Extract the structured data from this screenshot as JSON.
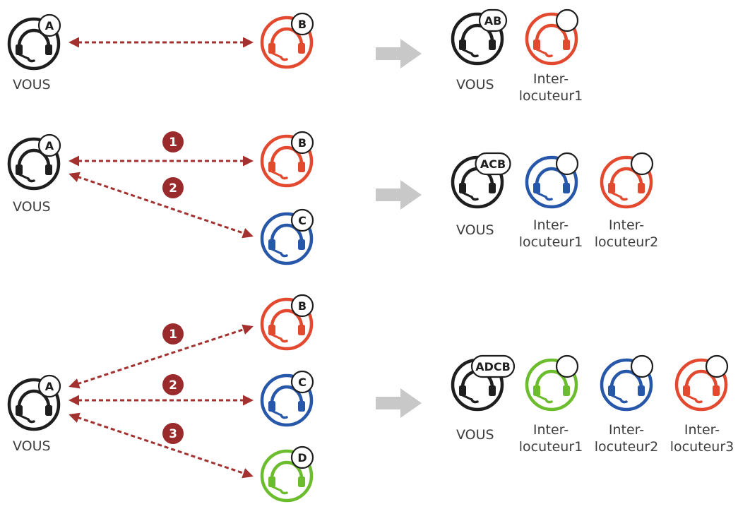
{
  "colors": {
    "black": "#1e1e1e",
    "red": "#e2492f",
    "blue": "#2757a8",
    "green": "#6cbd2e",
    "arrow": "#a2312f",
    "badge": "#9a2b2c",
    "bigArrow": "#c8c8c8"
  },
  "icon": "headset-icon",
  "rows": [
    {
      "you": {
        "badge": "A",
        "label": "VOUS"
      },
      "partners": [
        {
          "badge": "B",
          "color": "red"
        }
      ],
      "links": [
        {
          "target": "B",
          "step": ""
        }
      ],
      "result": {
        "you": {
          "badge": "AB",
          "label": "VOUS"
        },
        "partners": [
          {
            "color": "red",
            "label_line1": "Inter-",
            "label_line2": "locuteur1"
          }
        ]
      }
    },
    {
      "you": {
        "badge": "A",
        "label": "VOUS"
      },
      "partners": [
        {
          "badge": "B",
          "color": "red"
        },
        {
          "badge": "C",
          "color": "blue"
        }
      ],
      "links": [
        {
          "target": "B",
          "step": "1"
        },
        {
          "target": "C",
          "step": "2"
        }
      ],
      "result": {
        "you": {
          "badge": "ACB",
          "label": "VOUS"
        },
        "partners": [
          {
            "color": "blue",
            "label_line1": "Inter-",
            "label_line2": "locuteur1"
          },
          {
            "color": "red",
            "label_line1": "Inter-",
            "label_line2": "locuteur2"
          }
        ]
      }
    },
    {
      "you": {
        "badge": "A",
        "label": "VOUS"
      },
      "partners": [
        {
          "badge": "B",
          "color": "red"
        },
        {
          "badge": "C",
          "color": "blue"
        },
        {
          "badge": "D",
          "color": "green"
        }
      ],
      "links": [
        {
          "target": "B",
          "step": "1"
        },
        {
          "target": "C",
          "step": "2"
        },
        {
          "target": "D",
          "step": "3"
        }
      ],
      "result": {
        "you": {
          "badge": "ADCB",
          "label": "VOUS"
        },
        "partners": [
          {
            "color": "green",
            "label_line1": "Inter-",
            "label_line2": "locuteur1"
          },
          {
            "color": "blue",
            "label_line1": "Inter-",
            "label_line2": "locuteur2"
          },
          {
            "color": "red",
            "label_line1": "Inter-",
            "label_line2": "locuteur3"
          }
        ]
      }
    }
  ]
}
